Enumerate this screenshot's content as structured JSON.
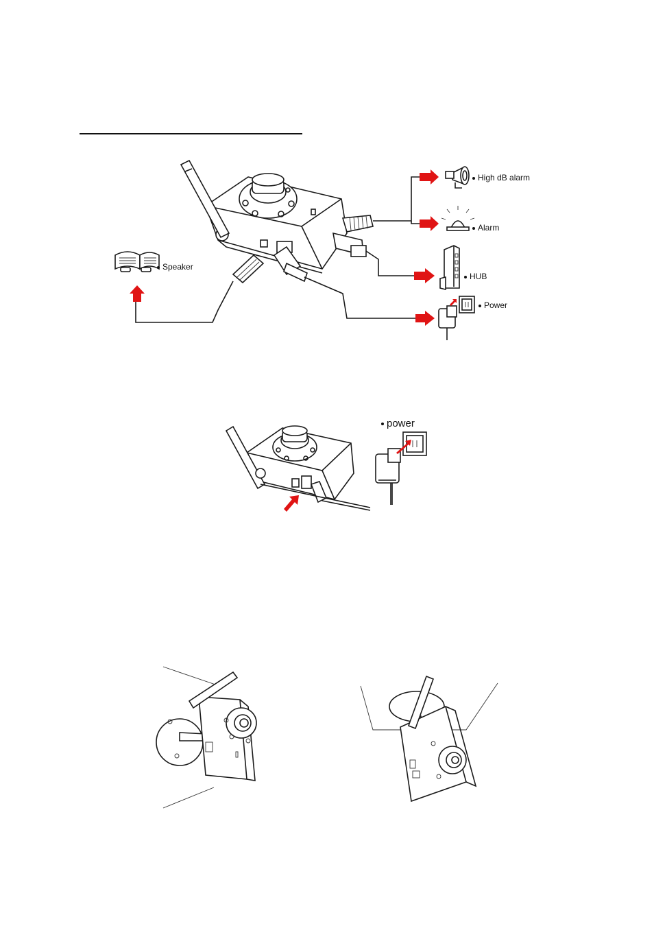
{
  "heading": {
    "text": ""
  },
  "connection_diagram": {
    "labels": {
      "high_db_alarm": "High dB alarm",
      "alarm": "Alarm",
      "hub": "HUB",
      "power": "Power",
      "speaker": "Speaker"
    },
    "arrow_color": "#e01414",
    "icons": [
      "ip-camera-icon",
      "horn-speaker-icon",
      "alarm-light-icon",
      "hub-icon",
      "power-adapter-icon",
      "speaker-icon"
    ]
  },
  "power_diagram": {
    "label": "power",
    "icons": [
      "ip-camera-icon",
      "power-adapter-icon",
      "wall-outlet-icon"
    ]
  },
  "mounting_diagrams": {
    "icons": [
      "wall-mounted-camera-icon",
      "ceiling-mounted-camera-icon"
    ]
  }
}
